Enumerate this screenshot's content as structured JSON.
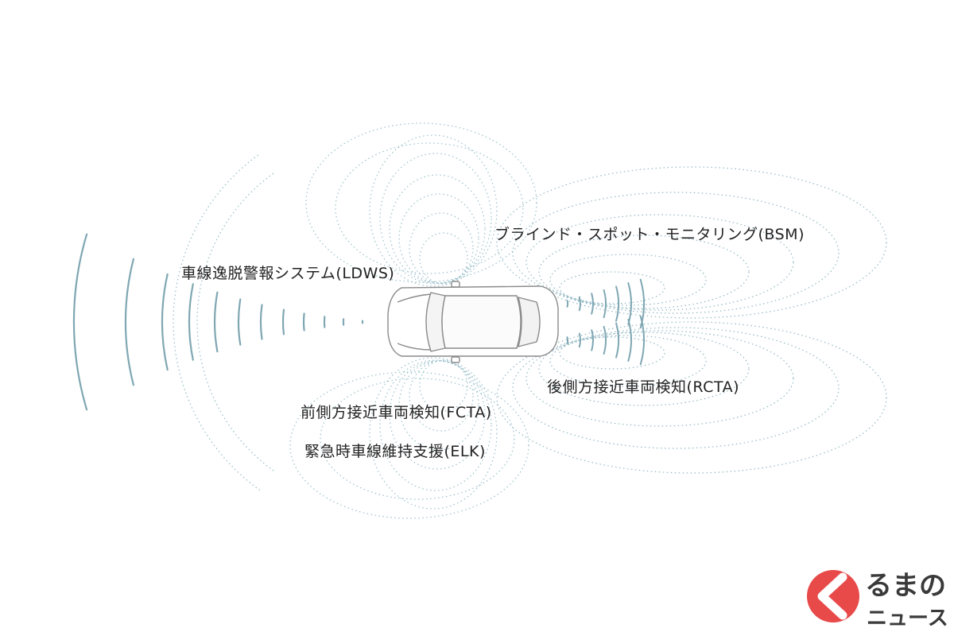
{
  "labels": {
    "ldws": "車線逸脱警報システム(LDWS)",
    "bsm": "ブラインド・スポット・モニタリング(BSM)",
    "rcta": "後側方接近車両検知(RCTA)",
    "fcta": "前側方接近車両検知(FCTA)",
    "elk": "緊急時車線維持支援(ELK)"
  },
  "logo": {
    "line1": "るまの",
    "line2": "ニュース",
    "icon": "k-chevron-circle-icon",
    "accent": "#e84a4a"
  },
  "colors": {
    "wave_solid": "#7fa7b3",
    "wave_dotted": "#9bc0cc",
    "car_outline": "#8a8a8a"
  }
}
